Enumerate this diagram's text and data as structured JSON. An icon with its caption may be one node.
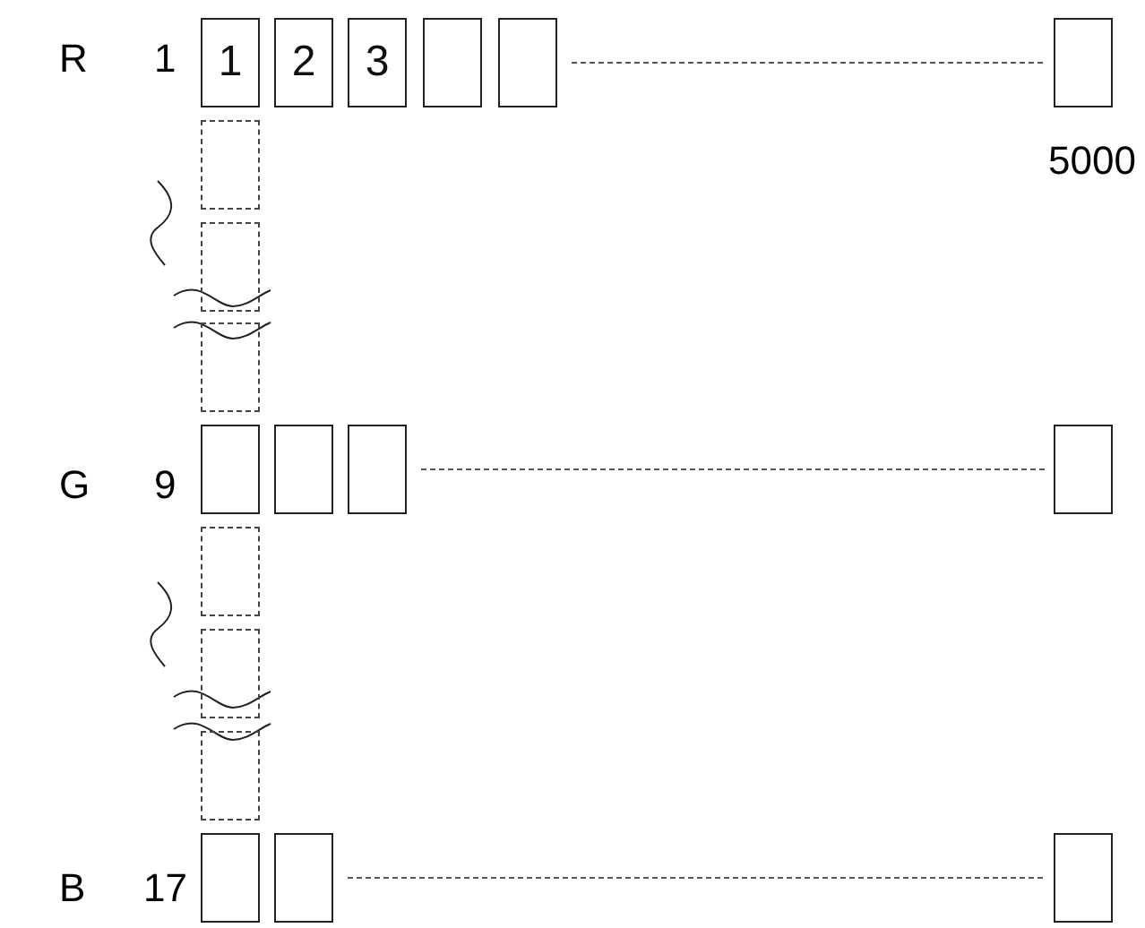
{
  "diagram": {
    "nodes": [
      {
        "text": [
          "1"
        ]
      },
      {
        "text": [
          "2"
        ]
      },
      {
        "text": [
          "3"
        ]
      },
      {
        "text": [],
        "shape": "box"
      },
      {
        "text": [],
        "shape": "box"
      },
      {
        "text": [],
        "shape": "box"
      },
      {
        "text": [],
        "shape": "box"
      },
      {
        "text": [],
        "shape": "box"
      },
      {
        "text": [],
        "shape": "box"
      },
      {
        "text": [],
        "shape": "box"
      },
      {
        "text": [],
        "shape": "box"
      },
      {
        "text": [],
        "shape": "box"
      },
      {
        "text": [],
        "shape": "box"
      },
      {
        "text": [],
        "shape": "box"
      },
      {
        "text": [],
        "shape": "box"
      },
      {
        "text": [],
        "shape": "box"
      },
      {
        "text": [],
        "shape": "box"
      },
      {
        "text": [],
        "shape": "box"
      },
      {
        "text": [],
        "shape": "box"
      }
    ],
    "edges": [
      {
        "from": 4,
        "to": 5,
        "arrow": "none",
        "style": "dashed"
      },
      {
        "from": 11,
        "to": 12,
        "arrow": "none",
        "style": "dashed"
      },
      {
        "from": 17,
        "to": 18,
        "arrow": "none",
        "style": "dashed"
      }
    ],
    "labels": [
      "R",
      "1",
      "5000",
      "G",
      "9",
      "B",
      "17"
    ]
  }
}
